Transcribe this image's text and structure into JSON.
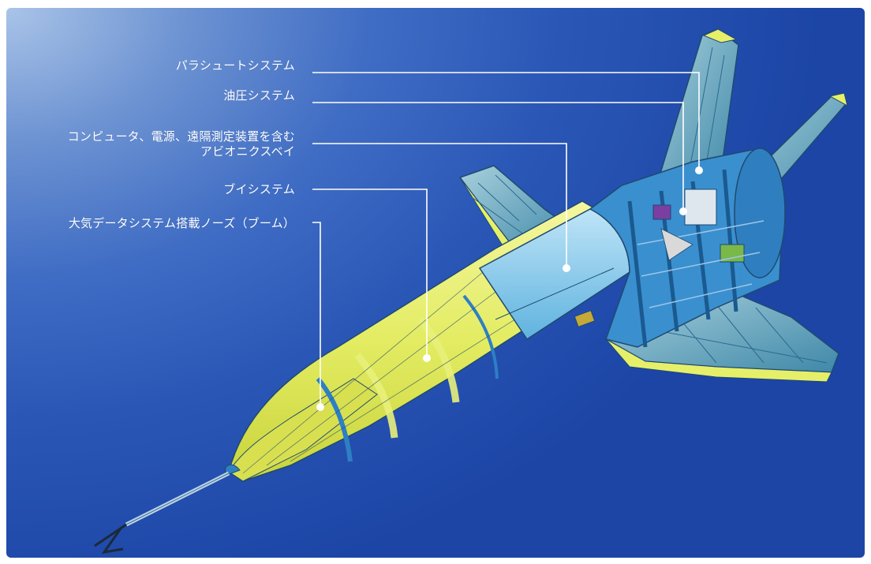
{
  "callouts": [
    {
      "id": "parachute",
      "text": "パラシュートシステム"
    },
    {
      "id": "hydraulic",
      "text": "油圧システム"
    },
    {
      "id": "avionics",
      "line1": "コンピュータ、電源、遠隔測定装置を含む",
      "line2": "アビオニクスベイ"
    },
    {
      "id": "buoy",
      "text": "ブイシステム"
    },
    {
      "id": "airdata",
      "text": "大気データシステム搭載ノーズ（ブーム）"
    }
  ],
  "colors": {
    "background_light": "#aac4e8",
    "background_dark": "#1c45a6",
    "shell_yellow": "#e6f06a",
    "structure_blue": "#2f86c8",
    "fin_teal": "#5d9fb8",
    "callout_line": "#ffffff"
  }
}
